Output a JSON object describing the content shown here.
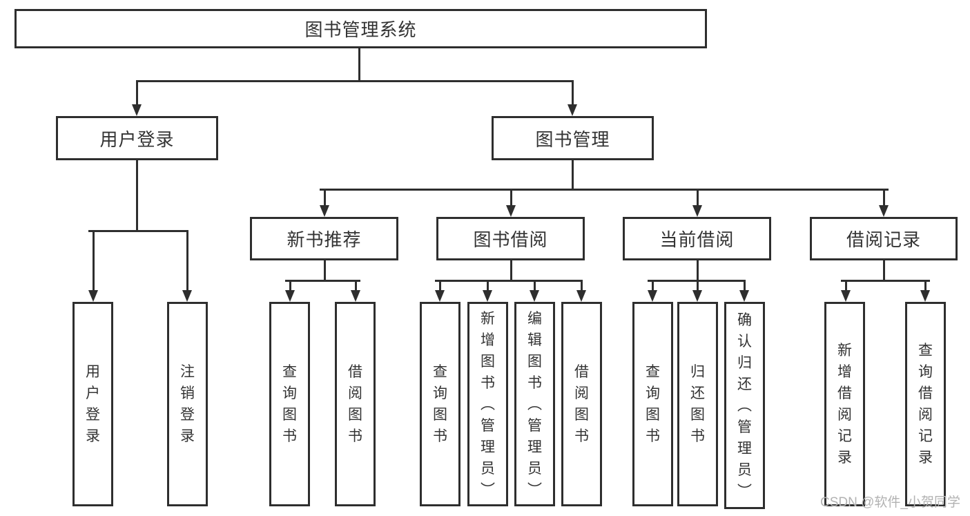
{
  "diagram": {
    "type": "hierarchy-tree",
    "background_color": "#ffffff",
    "line_color": "#2e2e2e",
    "text_color": "#333333",
    "tree": {
      "label": "图书管理系统",
      "children": [
        {
          "label": "用户登录",
          "children": [
            {
              "label": "用户登录"
            },
            {
              "label": "注销登录"
            }
          ]
        },
        {
          "label": "图书管理",
          "children": [
            {
              "label": "新书推荐",
              "children": [
                {
                  "label": "查询图书"
                },
                {
                  "label": "借阅图书"
                }
              ]
            },
            {
              "label": "图书借阅",
              "children": [
                {
                  "label": "查询图书"
                },
                {
                  "label": "新增图书（管理员）"
                },
                {
                  "label": "编辑图书（管理员）"
                },
                {
                  "label": "借阅图书"
                }
              ]
            },
            {
              "label": "当前借阅",
              "children": [
                {
                  "label": "查询图书"
                },
                {
                  "label": "归还图书"
                },
                {
                  "label": "确认归还（管理员）"
                }
              ]
            },
            {
              "label": "借阅记录",
              "children": [
                {
                  "label": "新增借阅记录"
                },
                {
                  "label": "查询借阅记录"
                }
              ]
            }
          ]
        }
      ]
    }
  },
  "watermark": {
    "text": "CSDN @软件_小贺同学",
    "color": "#b2b2b2"
  }
}
